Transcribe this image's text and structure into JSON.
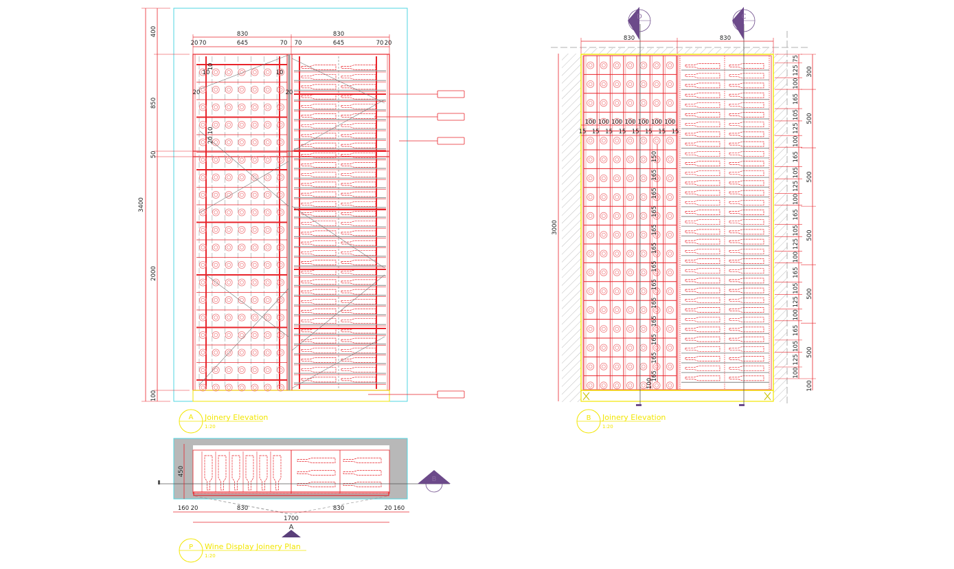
{
  "colors": {
    "linework": "#e8232a",
    "glass": "#9a9a9a",
    "boundary": "#4fd6e0",
    "title": "#f2e600",
    "section_marker": "#6c4a8a",
    "wall_fill": "#b8b8b8"
  },
  "elevation_a": {
    "title": "Joinery Elevation",
    "code": "A",
    "scale": "1:20",
    "top_dims": {
      "bay_widths": [
        "830",
        "830"
      ],
      "sub": [
        "20",
        "70",
        "645",
        "70",
        "70",
        "645",
        "70",
        "20"
      ]
    },
    "left_dims": {
      "overall": "3400",
      "segments": [
        "400",
        "850",
        "50",
        "2000",
        "100"
      ]
    },
    "inner_dims": [
      "10",
      "10",
      "10",
      "20",
      "20",
      "10",
      "20"
    ],
    "leader_tags": [
      "",
      "",
      "",
      ""
    ]
  },
  "elevation_b": {
    "title": "Joinery Elevation",
    "code": "B",
    "scale": "1:20",
    "top_dims": [
      "830",
      "830"
    ],
    "height_dim": "3000",
    "cell_widths": [
      "100",
      "100",
      "100",
      "100",
      "100",
      "100",
      "100"
    ],
    "cell_gaps": [
      "15",
      "15",
      "15",
      "15",
      "15",
      "15",
      "15",
      "15"
    ],
    "cell_heights": [
      "150",
      "165",
      "165",
      "165",
      "165",
      "165",
      "165",
      "165",
      "165",
      "165",
      "165",
      "165",
      "165"
    ],
    "bottom_dim": "100",
    "right_fine": [
      "75",
      "125",
      "100",
      "165",
      "105",
      "125",
      "100",
      "165",
      "105",
      "125",
      "100",
      "165",
      "105",
      "125",
      "100",
      "165",
      "105",
      "125",
      "100",
      "165",
      "105",
      "125",
      "100"
    ],
    "right_groups": [
      "300",
      "500",
      "500",
      "500",
      "500",
      "500"
    ],
    "right_bottom": "100",
    "section_markers": [
      "D",
      "C"
    ]
  },
  "plan": {
    "title": "Wine Display Joinery Plan",
    "code": "P",
    "scale": "1:20",
    "depth_dim": "450",
    "bottom_dims": [
      "160",
      "20",
      "830",
      "830",
      "20",
      "160"
    ],
    "overall": "1700",
    "section_markers": [
      "A",
      "B"
    ]
  }
}
